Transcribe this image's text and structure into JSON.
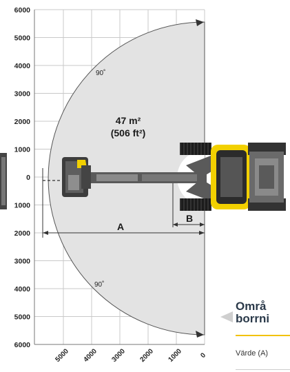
{
  "y_axis": {
    "ticks": [
      "6000",
      "5000",
      "4000",
      "3000",
      "2000",
      "1000",
      "0",
      "1000",
      "2000",
      "3000",
      "4000",
      "5000",
      "6000"
    ]
  },
  "x_axis": {
    "ticks": [
      "5000",
      "4000",
      "3000",
      "2000",
      "1000",
      "0"
    ]
  },
  "angles": {
    "top": "90˚",
    "bottom": "90˚"
  },
  "area_label": {
    "line1": "47 m²",
    "line2": "(506 ft²)"
  },
  "dimensions": {
    "a": "A",
    "b": "B"
  },
  "side_panel": {
    "title_line1": "Områ",
    "title_line2": "borrni",
    "row_label": "Värde (A)"
  },
  "colors": {
    "accent": "#f2c200",
    "area_fill": "#e3e3e3",
    "machine": "#555555",
    "machine_yellow": "#f2d000"
  }
}
